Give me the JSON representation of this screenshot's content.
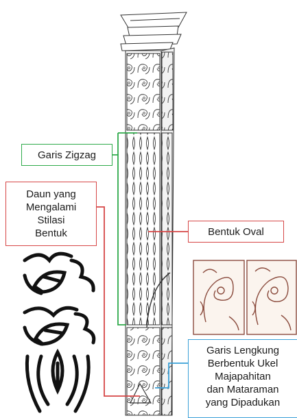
{
  "callouts": {
    "zigzag": {
      "lines": [
        "Garis Zigzag"
      ]
    },
    "daun": {
      "lines": [
        "Daun yang",
        "Mengalami",
        "Stilasi",
        "Bentuk"
      ]
    },
    "oval": {
      "lines": [
        "Bentuk Oval"
      ]
    },
    "garis": {
      "lines": [
        "Garis Lengkung",
        "Berbentuk Ukel",
        "Majapahitan",
        "dan Mataraman",
        "yang Dipadukan"
      ]
    }
  },
  "colors": {
    "green": "#2eaa4a",
    "red": "#d64545",
    "blue": "#3aa0d8",
    "ink": "#1a1a1a",
    "sepia": "#8a4a3c"
  },
  "icons": [
    "pillar-drawing",
    "leaf-motif-icon",
    "ukel-motif-icon"
  ]
}
